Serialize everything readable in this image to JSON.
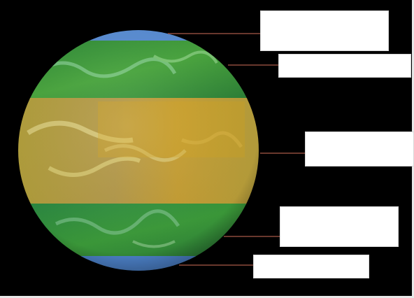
{
  "colors": {
    "background": "#000000",
    "polar_ice": "#5a8fd6",
    "temperate_vegetation": "#3f9a3c",
    "tropical_desert_band": "#c9a33a",
    "pointer_line": "#8c4a3c",
    "label_box": "#ffffff"
  },
  "zones": [
    {
      "zone": "north-polar-cap",
      "color": "#5a8fd6"
    },
    {
      "zone": "northern-temperate-band",
      "color": "#3f9a3c"
    },
    {
      "zone": "tropical-band",
      "color": "#c9a33a"
    },
    {
      "zone": "southern-temperate-band",
      "color": "#3f9a3c"
    },
    {
      "zone": "south-polar-cap",
      "color": "#5a8fd6"
    }
  ],
  "labels": [
    {
      "text": ""
    },
    {
      "text": ""
    },
    {
      "text": ""
    },
    {
      "text": ""
    },
    {
      "text": ""
    }
  ]
}
